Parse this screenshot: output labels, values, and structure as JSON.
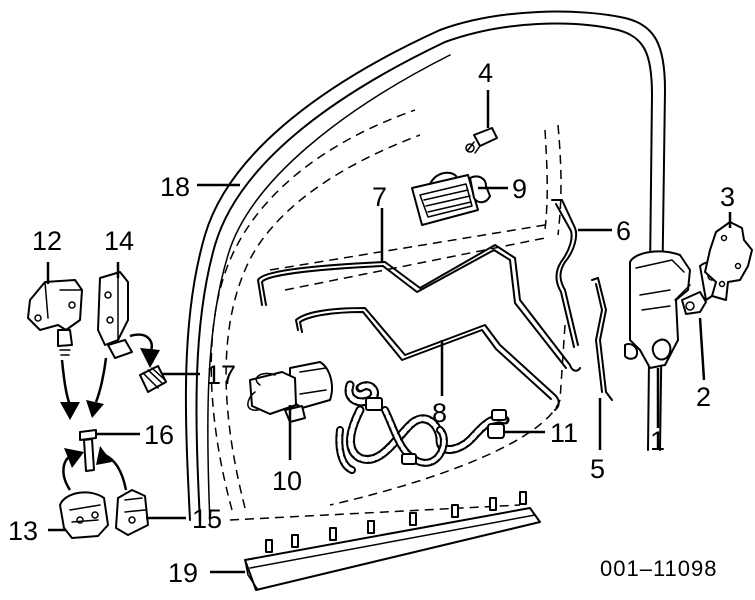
{
  "callouts": {
    "c1": "1",
    "c2": "2",
    "c3": "3",
    "c4": "4",
    "c5": "5",
    "c6": "6",
    "c7": "7",
    "c8": "8",
    "c9": "9",
    "c10": "10",
    "c11": "11",
    "c12": "12",
    "c13": "13",
    "c14": "14",
    "c15": "15",
    "c16": "16",
    "c17": "17",
    "c18": "18",
    "c19": "19"
  },
  "reference_code": "001–11098"
}
